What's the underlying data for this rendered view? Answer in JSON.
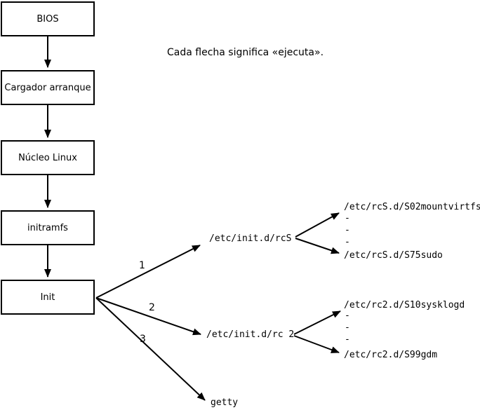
{
  "title": "Cada flecha significa «ejecuta».",
  "boxes": [
    {
      "label": "BIOS"
    },
    {
      "label": "Cargador arranque"
    },
    {
      "label": "Núcleo Linux"
    },
    {
      "label": "initramfs"
    },
    {
      "label": "Init"
    }
  ],
  "arrow_numbers": {
    "one": "1",
    "two": "2",
    "three": "3"
  },
  "targets": {
    "rcS": "/etc/init.d/rcS",
    "rc2": "/etc/init.d/rc 2",
    "getty": "getty"
  },
  "scripts_rcS": {
    "first": "/etc/rcS.d/S02mountvirtfs",
    "dots": [
      "-",
      "-",
      "-"
    ],
    "last": "/etc/rcS.d/S75sudo"
  },
  "scripts_rc2": {
    "first": "/etc/rc2.d/S10sysklogd",
    "dots": [
      "-",
      "-",
      "-"
    ],
    "last": "/etc/rc2.d/S99gdm"
  },
  "colors": {
    "ink": "#000000",
    "background": "#ffffff"
  }
}
